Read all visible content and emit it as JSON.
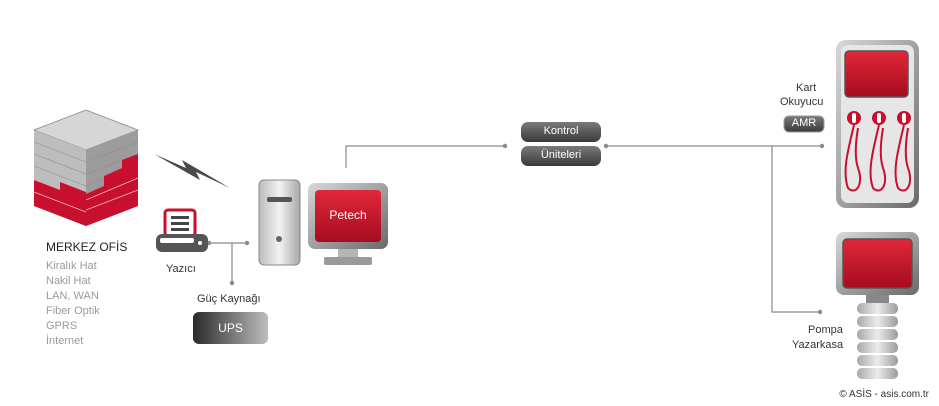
{
  "hq": {
    "title": "MERKEZ OFİS",
    "connections": [
      "Kiralık Hat",
      "Nakil Hat",
      "LAN, WAN",
      "Fiber Optik",
      "GPRS",
      "İnternet"
    ]
  },
  "printer_label": "Yazıcı",
  "power_label": "Güç Kaynağı",
  "ups_label": "UPS",
  "monitor_label": "Petech",
  "control_units": {
    "line1": "Kontrol",
    "line2": "Üniteleri"
  },
  "card_reader": {
    "line1": "Kart",
    "line2": "Okuyucu",
    "amr": "AMR"
  },
  "pump_pos": {
    "line1": "Pompa",
    "line2": "Yazarkasa"
  },
  "copyright": "© ASİS - asis.com.tr",
  "colors": {
    "accent": "#c8102e",
    "dark": "#444444",
    "line": "#8a8a8a"
  }
}
